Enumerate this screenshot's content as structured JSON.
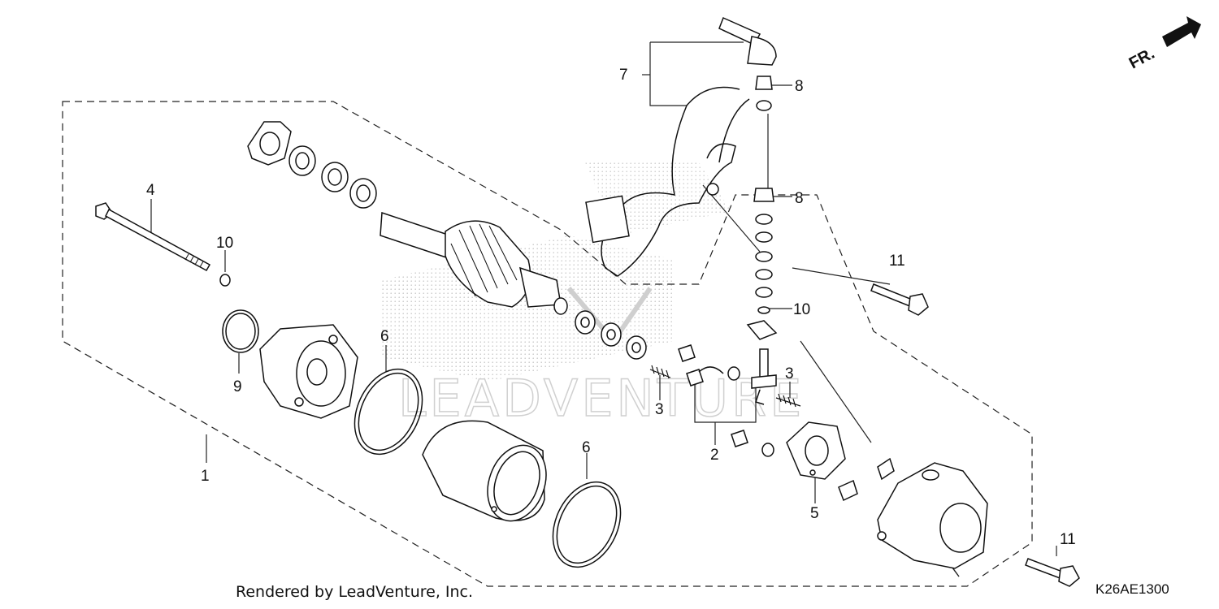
{
  "callouts": {
    "c1": "1",
    "c2": "2",
    "c3a": "3",
    "c3b": "3",
    "c4": "4",
    "c5": "5",
    "c6a": "6",
    "c6b": "6",
    "c7": "7",
    "c8a": "8",
    "c8b": "8",
    "c9": "9",
    "c10a": "10",
    "c10b": "10",
    "c11a": "11",
    "c11b": "11"
  },
  "direction_label": "FR.",
  "footer_text": "Rendered by LeadVenture, Inc.",
  "diagram_code": "K26AE1300",
  "watermark": "LEADVENTURE"
}
